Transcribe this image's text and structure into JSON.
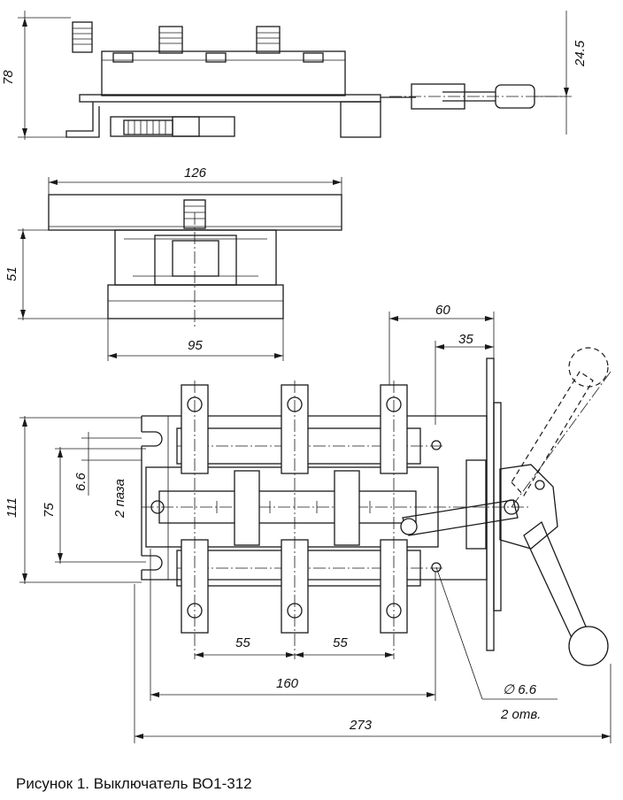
{
  "caption": "Рисунок 1. Выключатель ВО1-312",
  "dimensions": {
    "top_height": "78",
    "handle_offset": "24.5",
    "front_width": "126",
    "front_height": "51",
    "front_base": "95",
    "plan_60": "60",
    "plan_35": "35",
    "plan_111": "111",
    "plan_75": "75",
    "slot_66": "6.6",
    "slot_note": "2 паза",
    "pitch_a": "55",
    "pitch_b": "55",
    "mount_160": "160",
    "overall_273": "273",
    "hole_dia": "∅ 6.6",
    "hole_count": "2 отв."
  }
}
